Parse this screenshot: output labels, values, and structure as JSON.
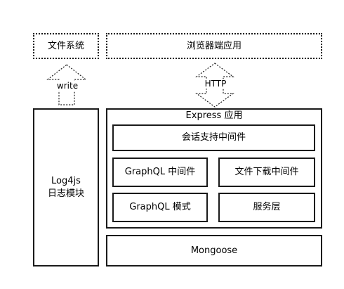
{
  "diagram": {
    "file_system": "文件系统",
    "browser_app": "浏览器端应用",
    "write_label": "write",
    "http_label": "HTTP",
    "log4js_line1": "Log4js",
    "log4js_line2": "日志模块",
    "express_title": "Express 应用",
    "session_middleware": "会话支持中间件",
    "graphql_middleware": "GraphQL 中间件",
    "file_download_middleware": "文件下载中间件",
    "graphql_schema": "GraphQL 模式",
    "service_layer": "服务层",
    "mongoose": "Mongoose"
  }
}
